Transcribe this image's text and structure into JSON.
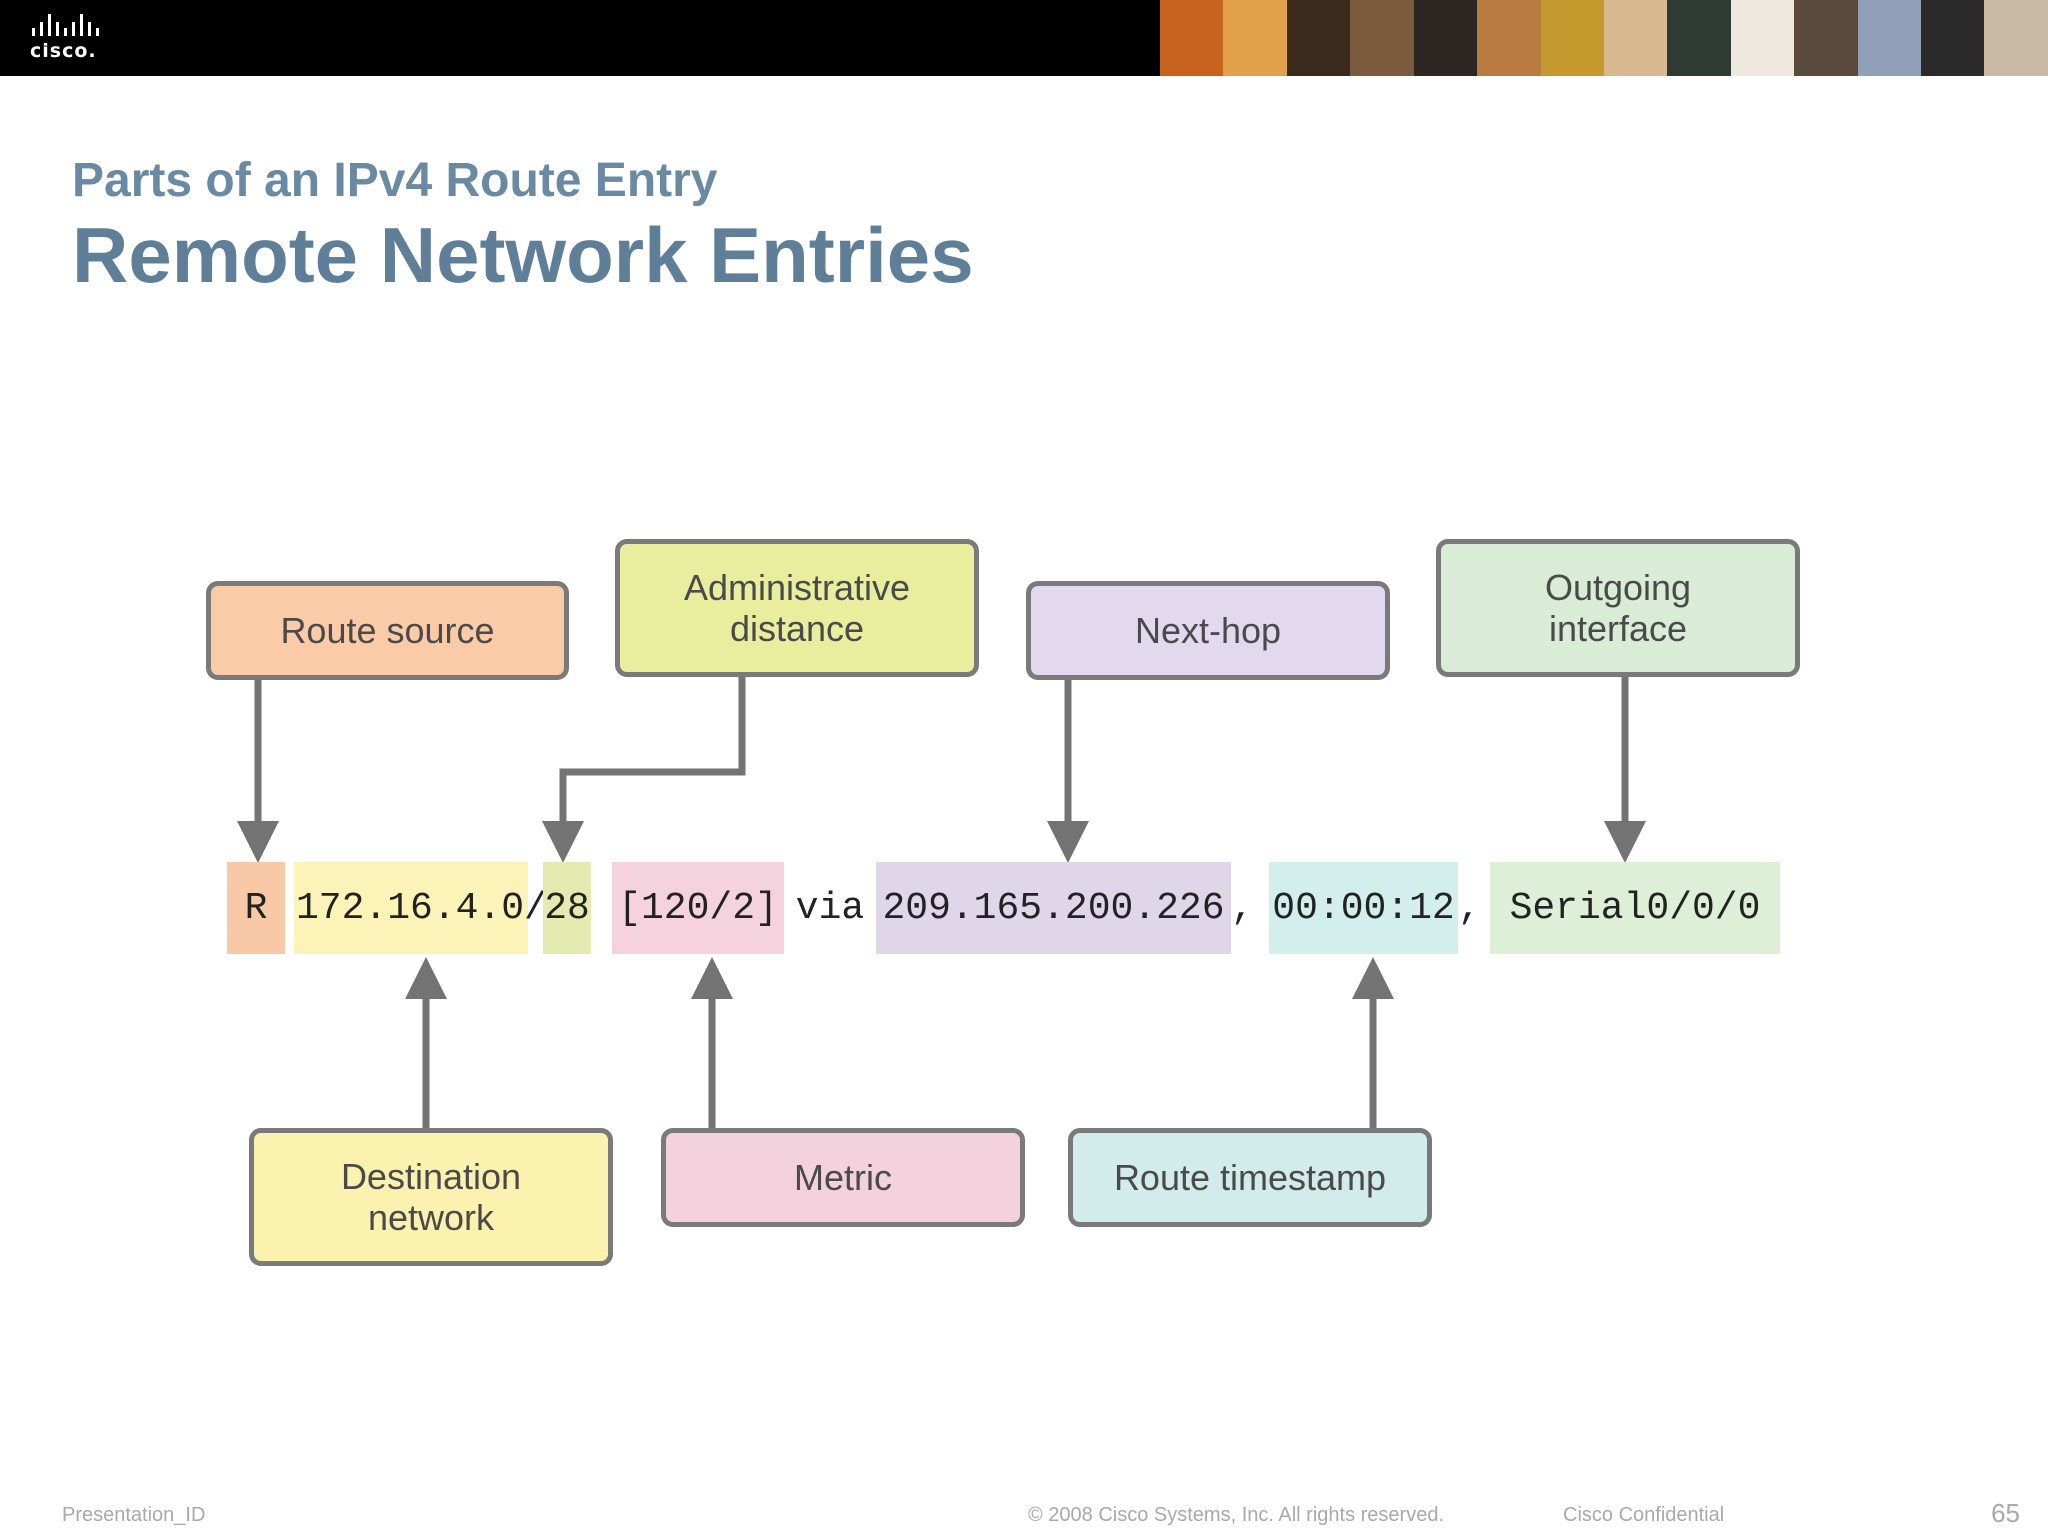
{
  "header": {
    "logo_text": "cisco.",
    "photo_colors": [
      "#c8621f",
      "#e0a14a",
      "#3a2a1c",
      "#7c5a3e",
      "#2b2622",
      "#b97b3f",
      "#c49a2e",
      "#d9b98f",
      "#2e3a33",
      "#efe8de",
      "#5a4a3c",
      "#8fa0b8",
      "#2a2a2a",
      "#c9b8a4"
    ]
  },
  "slide": {
    "subtitle": "Parts of an IPv4 Route Entry",
    "title": "Remote Network Entries"
  },
  "route_entry": {
    "segments": [
      {
        "id": "code",
        "text": "R",
        "color": "#f9c8a6"
      },
      {
        "id": "dest",
        "text": "172.16.4.0/",
        "color": "#fbf3b8"
      },
      {
        "id": "mask",
        "text": "28",
        "color": "#e4ebb0"
      },
      {
        "id": "gap1",
        "text": " ",
        "color": ""
      },
      {
        "id": "admet",
        "text": "[120/2]",
        "color": "#f5d3de"
      },
      {
        "id": "via",
        "text": " via ",
        "color": ""
      },
      {
        "id": "nexthop",
        "text": "209.165.200.226",
        "color": "#e0d6ea"
      },
      {
        "id": "comma1",
        "text": ", ",
        "color": ""
      },
      {
        "id": "time",
        "text": "00:00:12",
        "color": "#d3efed"
      },
      {
        "id": "comma2",
        "text": ", ",
        "color": ""
      },
      {
        "id": "iface",
        "text": "Serial0/0/0",
        "color": "#deefd8"
      }
    ]
  },
  "labels": {
    "route_source": {
      "text": "Route source",
      "color": "#fbcba7"
    },
    "admin_distance": {
      "text": "Administrative\ndistance",
      "color": "#e9ee9f"
    },
    "next_hop": {
      "text": "Next-hop",
      "color": "#e2d9ee"
    },
    "outgoing_interface": {
      "text": "Outgoing\ninterface",
      "color": "#d9ecd6"
    },
    "destination_network": {
      "text": "Destination\nnetwork",
      "color": "#fbf2b0"
    },
    "metric": {
      "text": "Metric",
      "color": "#f3d1dd"
    },
    "route_timestamp": {
      "text": "Route timestamp",
      "color": "#d2ecec"
    }
  },
  "footer": {
    "presentation_id": "Presentation_ID",
    "copyright": "© 2008 Cisco Systems, Inc. All rights reserved.",
    "confidential": "Cisco Confidential",
    "page_number": "65"
  }
}
